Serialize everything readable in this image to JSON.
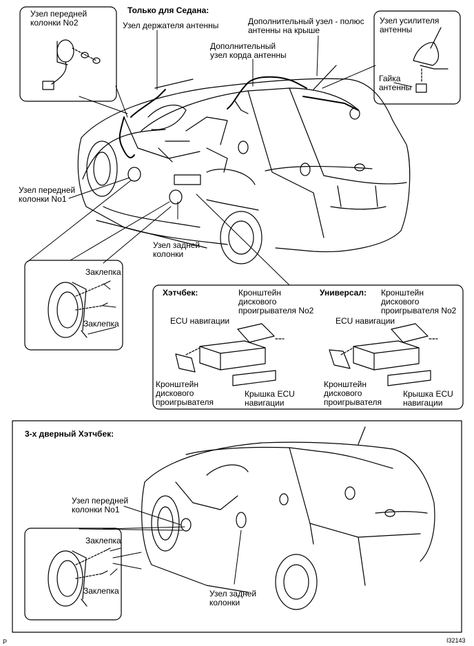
{
  "sedan_only": "Только для Седана:",
  "antenna_holder": "Узел держателя антенны",
  "front_speaker_2": "Узел передней\nколонки No2",
  "aux_cord": "Дополнительный\nузел корда антенны",
  "aux_pole": "Дополнительный узел - полюс\nантенны на крыше",
  "amp": "Узел усилителя\nантенны",
  "nut": "Гайка\nантенны",
  "front_speaker_1": "Узел передней\nколонки No1",
  "rear_speaker": "Узел задней\nколонки",
  "rivet_1": "Заклепка",
  "rivet_2": "Заклепка",
  "hatch_title": "Хэтчбек:",
  "hatch_ecu": "ECU навигации",
  "hatch_bracket2": "Кронштейн\nдискового\nпроигрывателя No2",
  "hatch_bracket": "Кронштейн\nдискового\nпроигрывателя",
  "hatch_cover": "Крышка ECU\nнавигации",
  "wagon_title": "Универсал:",
  "wagon_bracket2": "Кронштейн\nдискового\nпроигрывателя No2",
  "wagon_ecu": "ECU навигации",
  "wagon_bracket": "Кронштейн\nдискового\nпроигрывателя",
  "wagon_cover": "Крышка ECU\nнавигации",
  "three_door_title": "3-х дверный Хэтчбек:",
  "front_speaker_1b": "Узел передней\nколонки No1",
  "rivet_3": "Заклепка",
  "rivet_4": "Заклепка",
  "rear_speaker_b": "Узел задней\nколонки",
  "corner_p": "P",
  "figure_code": "I32143"
}
